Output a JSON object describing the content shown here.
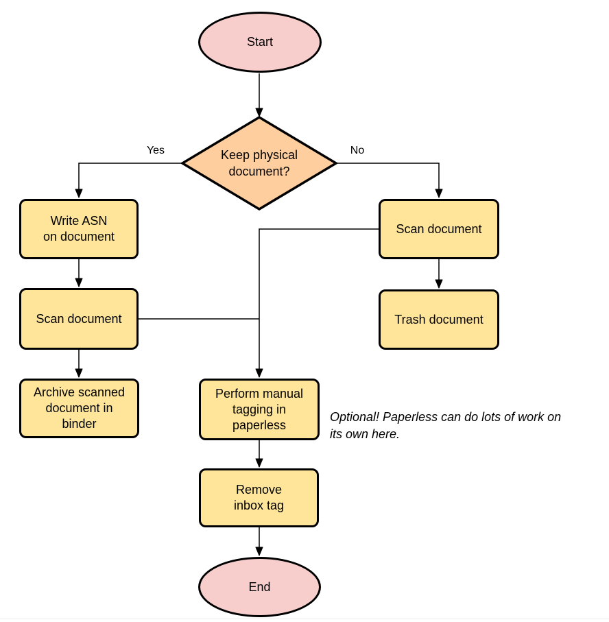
{
  "diagram": {
    "type": "flowchart",
    "nodes": {
      "start": {
        "shape": "terminal",
        "label": "Start"
      },
      "decision": {
        "shape": "diamond",
        "label": "Keep physical\ndocument?"
      },
      "write_asn": {
        "shape": "process",
        "label": "Write ASN\non document"
      },
      "scan_left": {
        "shape": "process",
        "label": "Scan document"
      },
      "archive": {
        "shape": "process",
        "label": "Archive scanned\ndocument in\nbinder"
      },
      "scan_right": {
        "shape": "process",
        "label": "Scan document"
      },
      "trash": {
        "shape": "process",
        "label": "Trash document"
      },
      "tagging": {
        "shape": "process",
        "label": "Perform manual\ntagging in\npaperless"
      },
      "remove_inbox": {
        "shape": "process",
        "label": "Remove\ninbox tag"
      },
      "end": {
        "shape": "terminal",
        "label": "End"
      }
    },
    "edge_labels": {
      "yes": "Yes",
      "no": "No"
    },
    "edges": [
      {
        "from": "start",
        "to": "decision"
      },
      {
        "from": "decision",
        "to": "write_asn",
        "label": "Yes"
      },
      {
        "from": "decision",
        "to": "scan_right",
        "label": "No"
      },
      {
        "from": "write_asn",
        "to": "scan_left"
      },
      {
        "from": "scan_left",
        "to": "archive"
      },
      {
        "from": "scan_left",
        "to": "tagging"
      },
      {
        "from": "scan_right",
        "to": "trash"
      },
      {
        "from": "scan_right",
        "to": "tagging"
      },
      {
        "from": "tagging",
        "to": "remove_inbox"
      },
      {
        "from": "remove_inbox",
        "to": "end"
      }
    ],
    "annotation": "Optional! Paperless can do lots of work on\nits own here.",
    "colors": {
      "terminal_fill": "#F8CECC",
      "decision_fill": "#FFCE9E",
      "process_fill": "#FFE59A",
      "stroke": "#000000",
      "connector": "#000000",
      "page_edge": "#ededed"
    }
  }
}
